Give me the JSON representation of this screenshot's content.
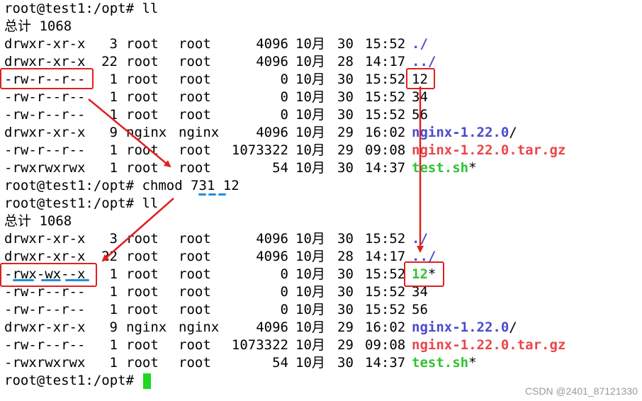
{
  "terminal": {
    "prompt_ll_1": "root@test1:/opt# ll",
    "total_1": "总计 1068",
    "listing_1": [
      {
        "perms": "drwxr-xr-x",
        "links": "3",
        "owner": "root",
        "group": "root",
        "size": "4096",
        "month": "10月",
        "day": "30",
        "time": "15:52",
        "name": "./",
        "kind": "dir"
      },
      {
        "perms": "drwxr-xr-x",
        "links": "22",
        "owner": "root",
        "group": "root",
        "size": "4096",
        "month": "10月",
        "day": "28",
        "time": "14:17",
        "name": "../",
        "kind": "dir"
      },
      {
        "perms": "-rw-r--r--",
        "links": "1",
        "owner": "root",
        "group": "root",
        "size": "0",
        "month": "10月",
        "day": "30",
        "time": "15:52",
        "name": "12",
        "kind": "plain"
      },
      {
        "perms": "-rw-r--r--",
        "links": "1",
        "owner": "root",
        "group": "root",
        "size": "0",
        "month": "10月",
        "day": "30",
        "time": "15:52",
        "name": "34",
        "kind": "plain"
      },
      {
        "perms": "-rw-r--r--",
        "links": "1",
        "owner": "root",
        "group": "root",
        "size": "0",
        "month": "10月",
        "day": "30",
        "time": "15:52",
        "name": "56",
        "kind": "plain"
      },
      {
        "perms": "drwxr-xr-x",
        "links": "9",
        "owner": "nginx",
        "group": "nginx",
        "size": "4096",
        "month": "10月",
        "day": "29",
        "time": "16:02",
        "name": "nginx-1.22.0",
        "suffix": "/",
        "kind": "dir"
      },
      {
        "perms": "-rw-r--r--",
        "links": "1",
        "owner": "root",
        "group": "root",
        "size": "1073322",
        "month": "10月",
        "day": "29",
        "time": "09:08",
        "name": "nginx-1.22.0.tar.gz",
        "kind": "tgz"
      },
      {
        "perms": "-rwxrwxrwx",
        "links": "1",
        "owner": "root",
        "group": "root",
        "size": "54",
        "month": "10月",
        "day": "30",
        "time": "14:37",
        "name": "test.sh",
        "suffix": "*",
        "kind": "exe"
      }
    ],
    "prompt_chmod": "root@test1:/opt# chmod 731 12",
    "prompt_ll_2": "root@test1:/opt# ll",
    "total_2": "总计 1068",
    "listing_2": [
      {
        "perms": "drwxr-xr-x",
        "links": "3",
        "owner": "root",
        "group": "root",
        "size": "4096",
        "month": "10月",
        "day": "30",
        "time": "15:52",
        "name": "./",
        "kind": "dir"
      },
      {
        "perms": "drwxr-xr-x",
        "links": "22",
        "owner": "root",
        "group": "root",
        "size": "4096",
        "month": "10月",
        "day": "28",
        "time": "14:17",
        "name": "../",
        "kind": "dir"
      },
      {
        "perms": "-rwx-wx--x",
        "links": "1",
        "owner": "root",
        "group": "root",
        "size": "0",
        "month": "10月",
        "day": "30",
        "time": "15:52",
        "name": "12",
        "suffix": "*",
        "kind": "exe"
      },
      {
        "perms": "-rw-r--r--",
        "links": "1",
        "owner": "root",
        "group": "root",
        "size": "0",
        "month": "10月",
        "day": "30",
        "time": "15:52",
        "name": "34",
        "kind": "plain"
      },
      {
        "perms": "-rw-r--r--",
        "links": "1",
        "owner": "root",
        "group": "root",
        "size": "0",
        "month": "10月",
        "day": "30",
        "time": "15:52",
        "name": "56",
        "kind": "plain"
      },
      {
        "perms": "drwxr-xr-x",
        "links": "9",
        "owner": "nginx",
        "group": "nginx",
        "size": "4096",
        "month": "10月",
        "day": "29",
        "time": "16:02",
        "name": "nginx-1.22.0",
        "suffix": "/",
        "kind": "dir"
      },
      {
        "perms": "-rw-r--r--",
        "links": "1",
        "owner": "root",
        "group": "root",
        "size": "1073322",
        "month": "10月",
        "day": "29",
        "time": "09:08",
        "name": "nginx-1.22.0.tar.gz",
        "kind": "tgz"
      },
      {
        "perms": "-rwxrwxrwx",
        "links": "1",
        "owner": "root",
        "group": "root",
        "size": "54",
        "month": "10月",
        "day": "30",
        "time": "14:37",
        "name": "test.sh",
        "suffix": "*",
        "kind": "exe"
      }
    ],
    "final_prompt": "root@test1:/opt# "
  },
  "watermark": "CSDN @2401_87121330",
  "colors": {
    "dir": "#4a4acd",
    "tgz": "#e8464a",
    "exe": "#31c232",
    "annotation": "#e02020",
    "underline": "#1f8fd6",
    "cursor": "#1ed71e"
  }
}
